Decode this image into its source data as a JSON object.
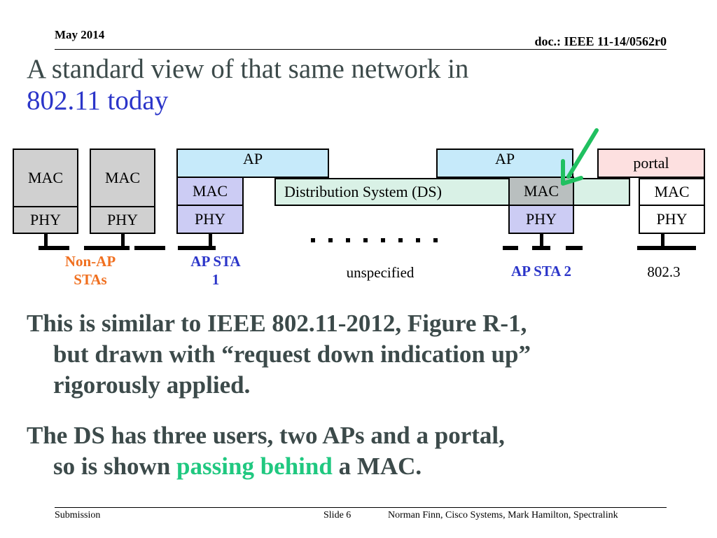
{
  "header": {
    "date": "May 2014",
    "doc": "doc.: IEEE 11-14/0562r0"
  },
  "title": {
    "line1": "A standard view of that same network in",
    "line2": "802.11 today"
  },
  "diagram": {
    "mac": "MAC",
    "phy": "PHY",
    "ap1": "AP",
    "ap2": "AP",
    "portal": "portal",
    "ds": "Distribution System (DS)",
    "dots": ". . . . . . . .",
    "labels": {
      "non_ap_line1": "Non-AP",
      "non_ap_line2": "STAs",
      "ap_sta1_line1": "AP STA",
      "ap_sta1_line2": "1",
      "unspecified": "unspecified",
      "ap_sta2": "AP STA 2",
      "ieee8023": "802.3"
    },
    "colors": {
      "arrow": "#20c060",
      "highlight_blue": "#2b35c9",
      "orange": "#f07020"
    }
  },
  "bullets": {
    "b1_line1": "This is similar to IEEE 802.11-2012, Figure R-1,",
    "b1_line2": "but drawn with “request down indication up”",
    "b1_line3": "rigorously applied.",
    "b2_line1": "The DS has three users, two APs and a portal,",
    "b2_line2_pre": "so is shown ",
    "b2_line2_green": "passing behind",
    "b2_line2_post": " a MAC."
  },
  "footer": {
    "left": "Submission",
    "slide": "Slide 6",
    "authors": "Norman Finn, Cisco Systems, Mark Hamilton, Spectralink"
  }
}
